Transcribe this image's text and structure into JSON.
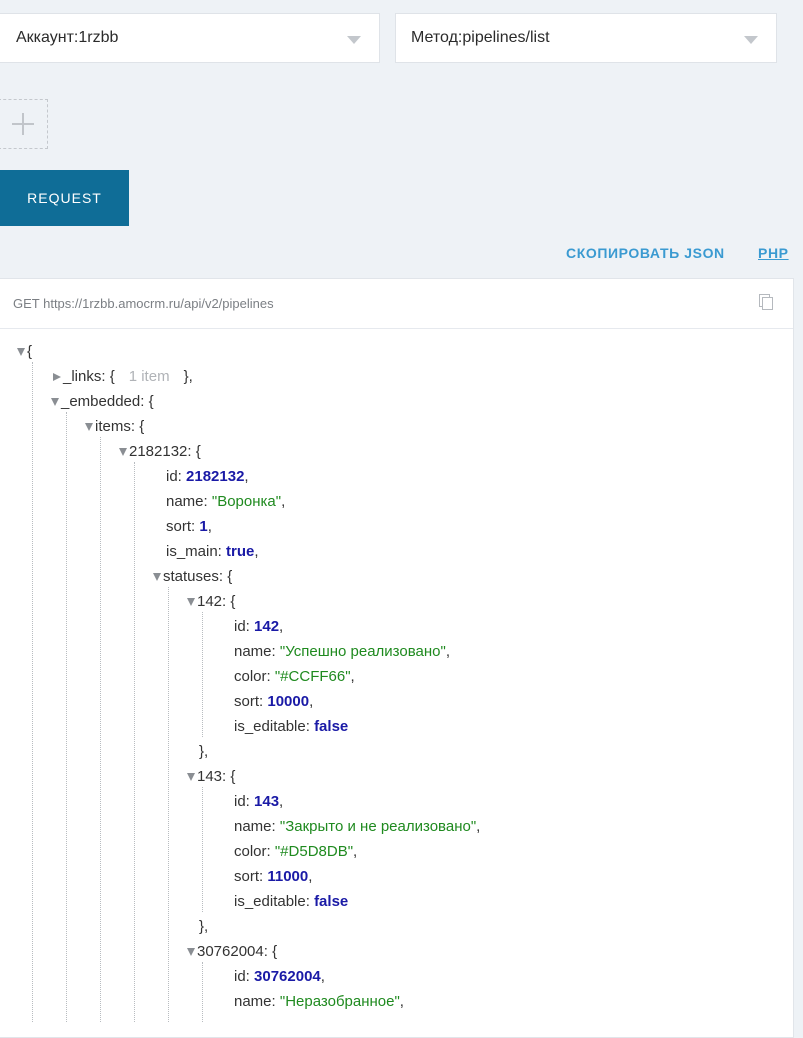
{
  "account_select": {
    "label": "Аккаунт:",
    "value": "1rzbb"
  },
  "method_select": {
    "label": "Метод:",
    "value": "pipelines/list"
  },
  "request_button": "REQUEST",
  "copy_json_link": "СКОПИРОВАТЬ JSON",
  "php_link": "PHP",
  "request_line": "GET https://1rzbb.amocrm.ru/api/v2/pipelines",
  "json": {
    "open_brace": "{",
    "links_key": "_links:",
    "links_open": "{",
    "links_meta": "1 item",
    "links_close": "},",
    "embedded_key": "_embedded:",
    "embedded_open": "{",
    "items_key": "items:",
    "items_open": "{",
    "pipeline_key": "2182132:",
    "pipeline_open": "{",
    "pipeline": {
      "id_key": "id:",
      "id": "2182132",
      "name_key": "name:",
      "name": "\"Воронка\"",
      "sort_key": "sort:",
      "sort": "1",
      "is_main_key": "is_main:",
      "is_main": "true"
    },
    "statuses_key": "statuses:",
    "statuses_open": "{",
    "status_142": {
      "key": "142:",
      "open": "{",
      "id_key": "id:",
      "id": "142",
      "name_key": "name:",
      "name": "\"Успешно реализовано\"",
      "color_key": "color:",
      "color": "\"#CCFF66\"",
      "sort_key": "sort:",
      "sort": "10000",
      "is_editable_key": "is_editable:",
      "is_editable": "false",
      "close": "},"
    },
    "status_143": {
      "key": "143:",
      "open": "{",
      "id_key": "id:",
      "id": "143",
      "name_key": "name:",
      "name": "\"Закрыто и не реализовано\"",
      "color_key": "color:",
      "color": "\"#D5D8DB\"",
      "sort_key": "sort:",
      "sort": "11000",
      "is_editable_key": "is_editable:",
      "is_editable": "false",
      "close": "},"
    },
    "status_30762004": {
      "key": "30762004:",
      "open": "{",
      "id_key": "id:",
      "id": "30762004",
      "name_key": "name:",
      "name": "\"Неразобранное\""
    },
    "comma": ","
  },
  "colors": {
    "request_button": "#0f6d97",
    "link": "#3a9ad1",
    "number": "#1a1aa6",
    "string": "#1f8a1f"
  },
  "icons": [
    "chevron-down-icon",
    "plus-icon",
    "copy-icon",
    "tree-expand-icon",
    "tree-collapse-icon"
  ]
}
